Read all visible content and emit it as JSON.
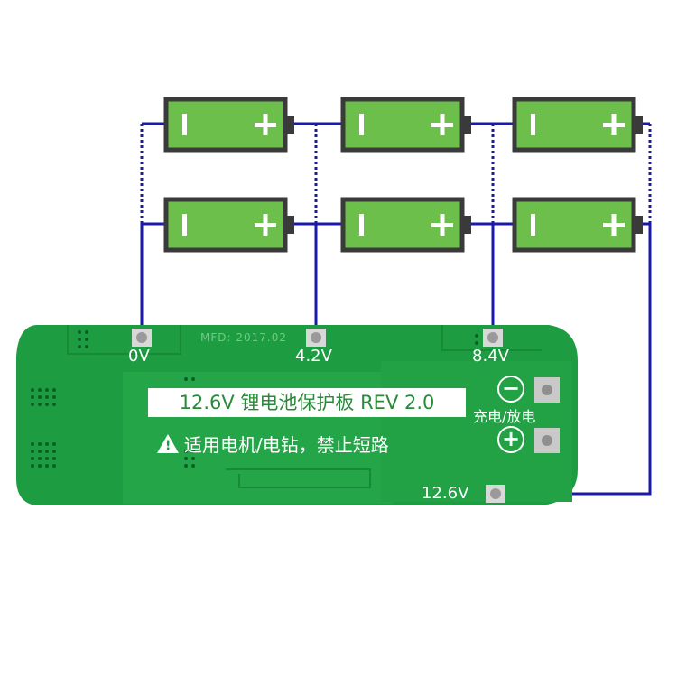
{
  "battery": {
    "minus": "-",
    "plus": "+"
  },
  "board": {
    "taps": [
      "0V",
      "4.2V",
      "8.4V",
      "12.6V"
    ],
    "mfd": "MFD: 2017.02",
    "title": "12.6V 锂电池保护板 REV 2.0",
    "warning": "适用电机/电钻，禁止短路",
    "warning_mark": "!",
    "charge_label": "充电/放电",
    "minus_symbol": "−",
    "plus_symbol": "+"
  },
  "colors": {
    "wire": "#1a1aa8",
    "battery_fill": "#6cbf4a",
    "battery_outline": "#3a3a3a",
    "board": "#1e9c42",
    "board_light": "#3cb85e",
    "silkscreen": "#ffffff"
  }
}
